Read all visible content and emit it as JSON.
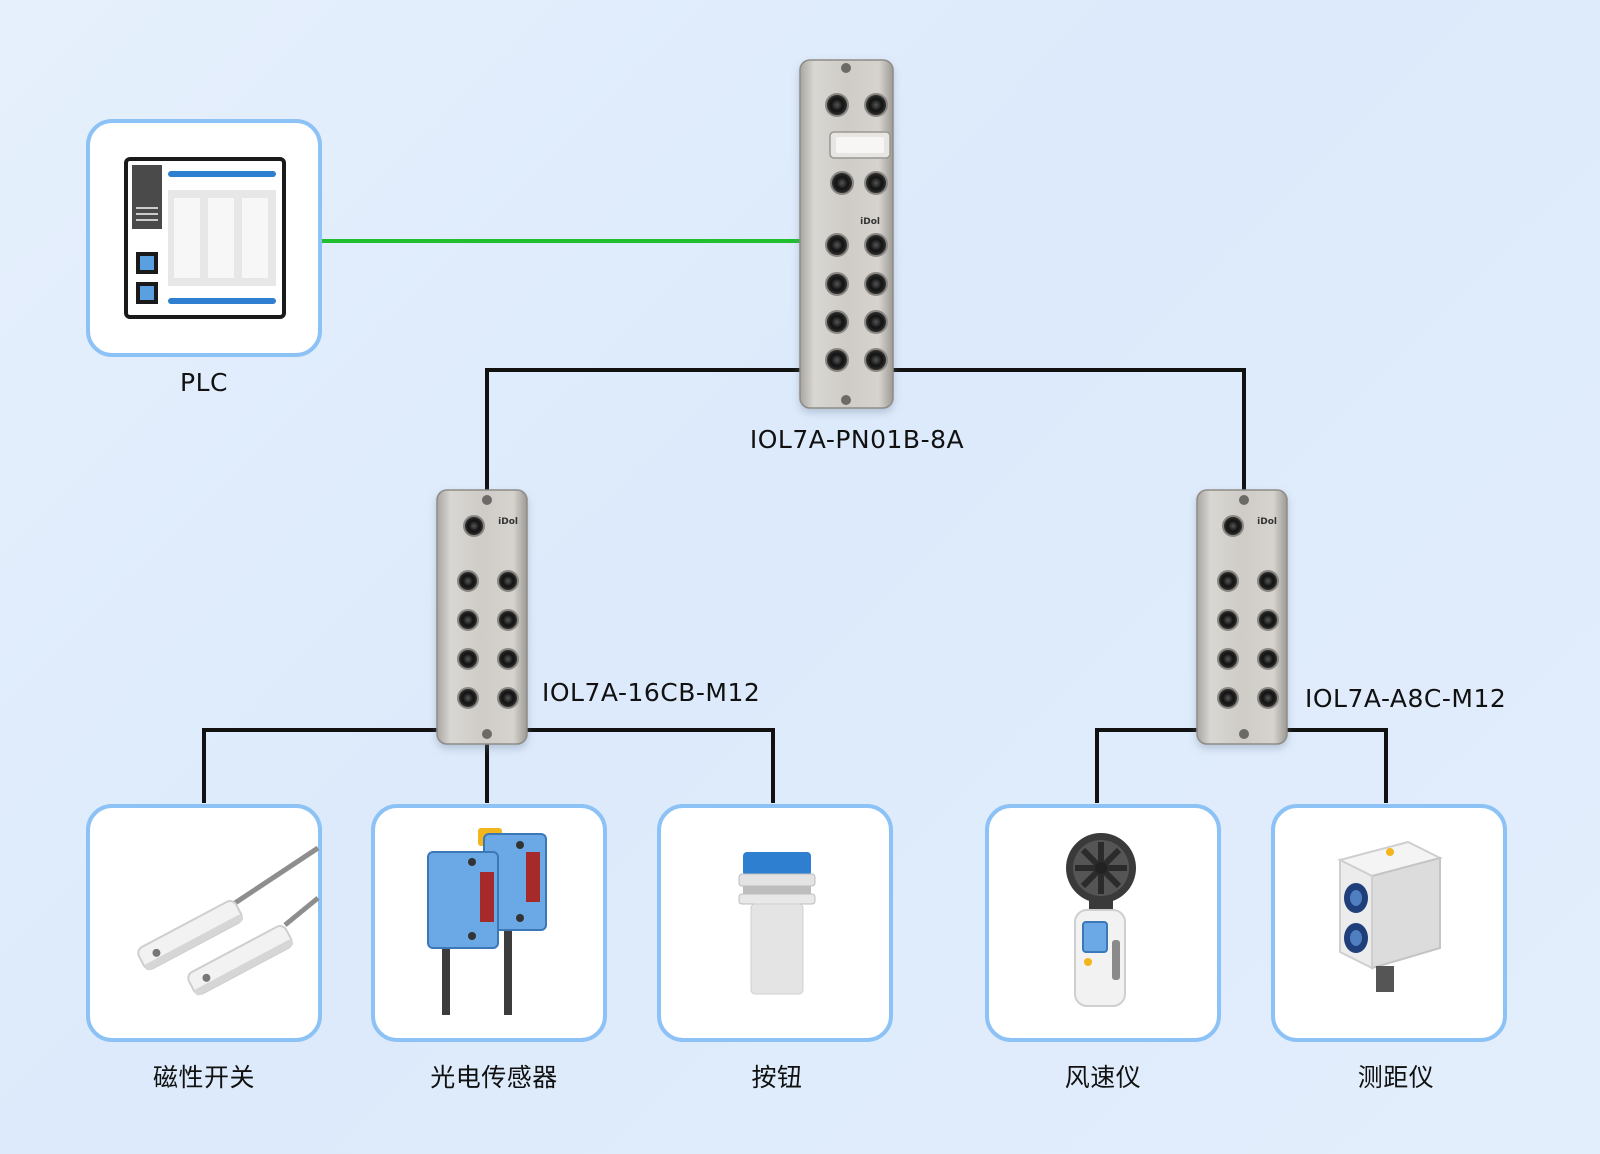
{
  "plc": {
    "label": "PLC"
  },
  "master": {
    "label": "IOL7A-PN01B-8A",
    "brand": "iDol"
  },
  "hub_left": {
    "label": "IOL7A-16CB-M12",
    "brand": "iDol"
  },
  "hub_right": {
    "label": "IOL7A-A8C-M12",
    "brand": "iDol"
  },
  "devices": [
    {
      "label": "磁性开关",
      "icon": "magnetic-switch-icon"
    },
    {
      "label": "光电传感器",
      "icon": "photoelectric-sensor-icon"
    },
    {
      "label": "按钮",
      "icon": "push-button-icon"
    },
    {
      "label": "风速仪",
      "icon": "anemometer-icon"
    },
    {
      "label": "测距仪",
      "icon": "rangefinder-icon"
    }
  ],
  "colors": {
    "ethernet_link": "#1fbf2f",
    "iolink_line": "#111111",
    "card_border": "#8cc2f5",
    "module_body": "#c9c6c1",
    "accent_blue": "#2f7fd0"
  }
}
